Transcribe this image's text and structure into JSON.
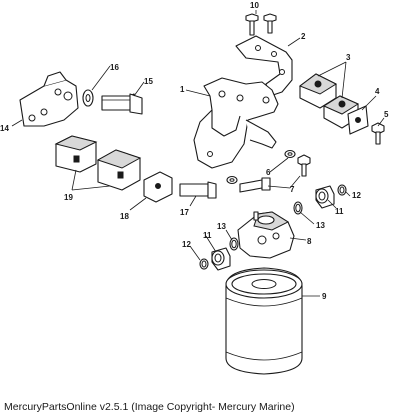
{
  "callouts": {
    "c1": "1",
    "c2": "2",
    "c3": "3",
    "c4": "4",
    "c5": "5",
    "c6": "6",
    "c7": "7",
    "c8": "8",
    "c9": "9",
    "c10": "10",
    "c11a": "11",
    "c11b": "11",
    "c12a": "12",
    "c12b": "12",
    "c13a": "13",
    "c13b": "13",
    "c14": "14",
    "c15": "15",
    "c16": "16",
    "c17": "17",
    "c18": "18",
    "c19": "19"
  },
  "caption": "MercuryPartsOnline v2.5.1 (Image Copyright- Mercury Marine)"
}
